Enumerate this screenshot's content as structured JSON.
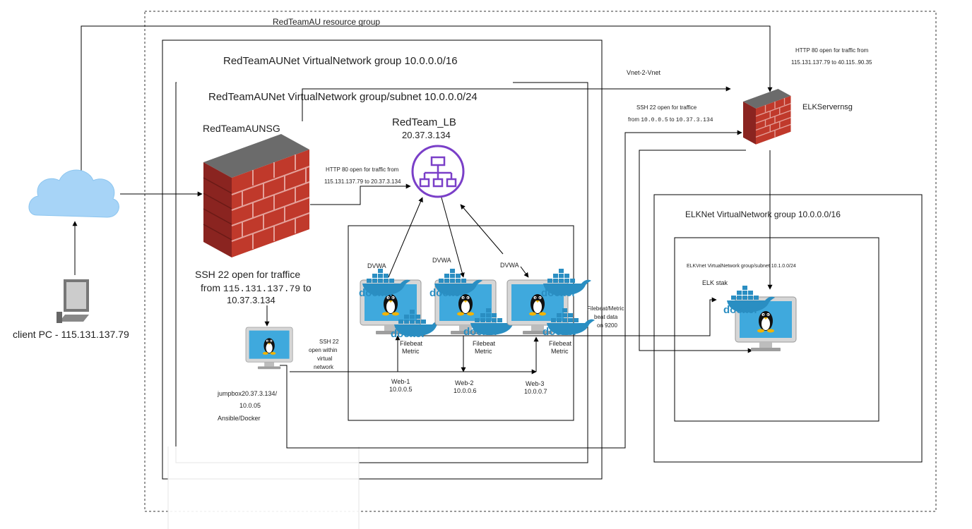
{
  "groups": {
    "resource_group": "RedTeamAU resource group",
    "vnet": "RedTeamAUNet VirtualNetwork group 10.0.0.0/16",
    "subnet": "RedTeamAUNet VirtualNetwork group/subnet 10.0.0.0/24",
    "elk_vnet": "ELKNet VirtualNetwork group 10.0.0.0/16",
    "elk_subnet": "ELKVnet VirtualNetwork group/subnet 10.1.0.0/24"
  },
  "nsg": {
    "name": "RedTeamAUNSG",
    "ssh_line1": "SSH 22 open for traffice",
    "ssh_line2_prefix": "from ",
    "ssh_line2_ip": "115.131.137.79",
    "ssh_line2_suffix": " to",
    "ssh_line3": "10.37.3.134"
  },
  "load_balancer": {
    "name": "RedTeam_LB",
    "ip": "20.37.3.134",
    "http_rule_line1": "HTTP 80 open for traffic from",
    "http_rule_line2": "115.131.137.79 to 20.37.3.134"
  },
  "client": {
    "label": "client PC - 115.131.137.79"
  },
  "jumpbox": {
    "line1": "jumpbox20.37.3.134/",
    "line2": "10.0.05",
    "line3": "Ansible/Docker",
    "ssh_line1": "SSH 22",
    "ssh_line2": "open within",
    "ssh_line3": "virtual",
    "ssh_line4": "network"
  },
  "webs": [
    {
      "dvwa": "DVWA",
      "filebeat1": "Filebeat",
      "filebeat2": "Metric",
      "name": "Web-1",
      "ip": "10.0.0.5"
    },
    {
      "dvwa": "DVWA",
      "filebeat1": "Filebeat",
      "filebeat2": "Metric",
      "name": "Web-2",
      "ip": "10.0.0.6"
    },
    {
      "dvwa": "DVWA",
      "filebeat1": "Filebeat",
      "filebeat2": "Metric",
      "name": "Web-3",
      "ip": "10.0.0.7"
    }
  ],
  "elk": {
    "nsg_name": "ELKServernsg",
    "vnet2vnet": "Vnet-2-Vnet",
    "http_line1": "HTTP 80 open for traffic from",
    "http_line2": "115.131.137.79 to 40.115..90.35",
    "ssh_line1": "SSH 22 open for traffice",
    "ssh_line2_prefix": "from ",
    "ssh_line2_ip1": "10.0.0.5",
    "ssh_line2_mid": " to ",
    "ssh_line2_ip2": "10.37.3.134",
    "server_label": "ELK stak",
    "beat_line1": "Filebeat/Metric",
    "beat_line2": "beat data",
    "beat_line3": "on 9200"
  },
  "icons": {
    "docker_text": "docker",
    "firewall": "brick-firewall-icon",
    "cloud": "cloud-icon",
    "lb": "load-balancer-icon"
  },
  "colors": {
    "brick": "#b83230",
    "brick_dark": "#8a2420",
    "cloud": "#9ecff5",
    "lb": "#7a3fc8",
    "monitor_bezel": "#d9d9d9",
    "monitor_screen": "#3fa9dd",
    "docker": "#2596be"
  }
}
